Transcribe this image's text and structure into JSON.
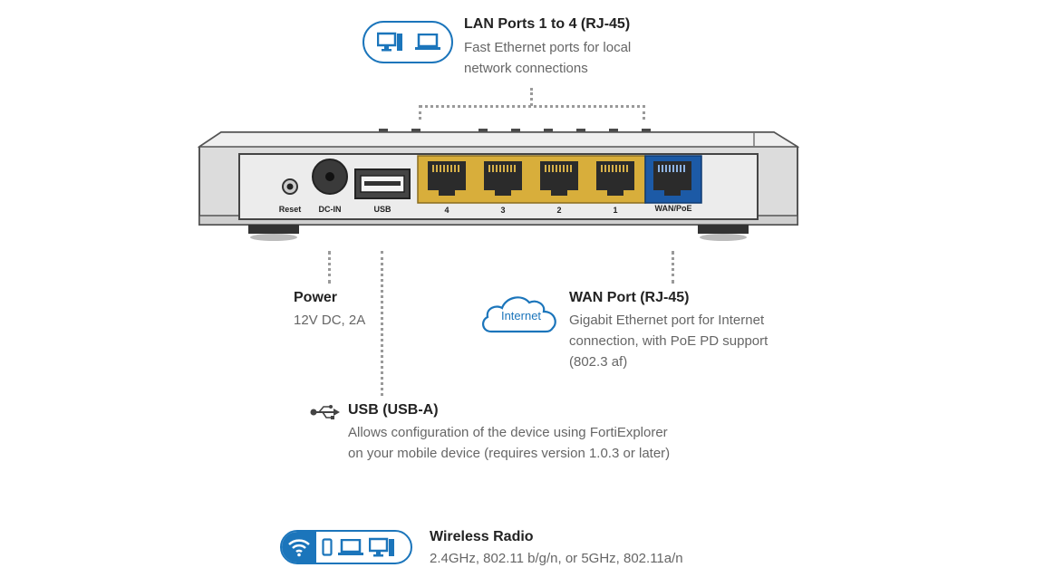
{
  "lan": {
    "title": "LAN Ports 1 to 4 (RJ-45)",
    "desc": [
      "Fast Ethernet ports for local",
      "network connections"
    ],
    "icons": [
      "desktop-icon",
      "laptop-icon"
    ]
  },
  "device": {
    "labels": {
      "reset": "Reset",
      "dcin": "DC-IN",
      "usb": "USB",
      "port4": "4",
      "port3": "3",
      "port2": "2",
      "port1": "1",
      "wan": "WAN/PoE"
    },
    "colors": {
      "lan_ports": "#d8ae3b",
      "wan_port": "#1c5aa6"
    }
  },
  "power": {
    "title": "Power",
    "desc": [
      "12V DC, 2A"
    ]
  },
  "wan": {
    "title": "WAN Port (RJ-45)",
    "desc": [
      "Gigabit Ethernet port for Internet",
      "connection, with PoE PD support",
      "(802.3 af)"
    ],
    "cloud_label": "Internet"
  },
  "usb": {
    "title": "USB (USB-A)",
    "desc": [
      "Allows configuration of the device using FortiExplorer",
      "on your mobile device (requires version 1.0.3 or later)"
    ],
    "icon": "usb-icon"
  },
  "wireless": {
    "title": "Wireless Radio",
    "desc": [
      "2.4GHz, 802.11 b/g/n, or 5GHz, 802.11a/n"
    ],
    "icons": [
      "wifi-icon",
      "phone-icon",
      "laptop-icon",
      "desktop-icon"
    ]
  },
  "colors": {
    "accent": "#1b75bb"
  }
}
